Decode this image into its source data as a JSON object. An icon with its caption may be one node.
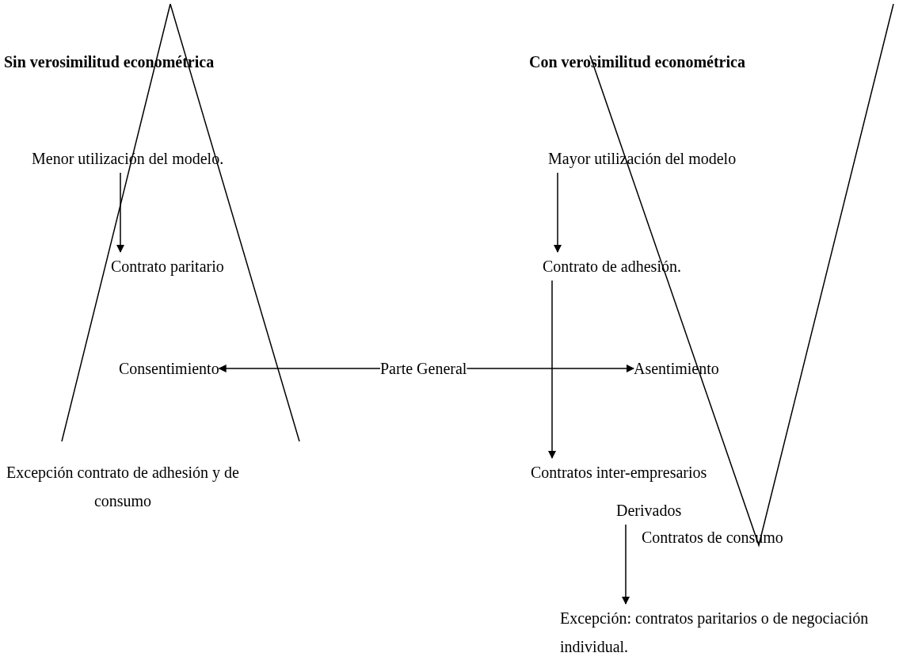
{
  "diagram": {
    "nodes": [
      {
        "text": [
          "Menor utilización del modelo."
        ]
      },
      {
        "text": [
          "Contrato paritario"
        ]
      },
      {
        "text": [
          "Consentimiento"
        ]
      },
      {
        "text": [
          "Parte General"
        ]
      },
      {
        "text": [
          "Asentimiento"
        ]
      },
      {
        "text": [
          "Mayor utilización del modelo"
        ]
      },
      {
        "text": [
          "Contrato de adhesión."
        ]
      },
      {
        "text": [
          "Contratos inter-empresarios"
        ]
      },
      {
        "text": [
          "Derivados"
        ]
      },
      {
        "text": [
          "Excepción: contratos paritarios o de negociación individual."
        ]
      }
    ],
    "edges": [
      {
        "from": 0,
        "to": 1,
        "arrow": "to"
      },
      {
        "from": 3,
        "to": 2,
        "arrow": "to"
      },
      {
        "from": 3,
        "to": 4,
        "arrow": "to"
      },
      {
        "from": 5,
        "to": 6,
        "arrow": "to"
      },
      {
        "from": 6,
        "to": 7,
        "arrow": "to"
      },
      {
        "from": 8,
        "to": 9,
        "arrow": "to"
      }
    ],
    "labels": [
      "Sin verosimilitud econométrica",
      "Con verosimilitud econométrica",
      "Excepción contrato de adhesión y de consumo",
      "Contratos de consumo"
    ]
  }
}
